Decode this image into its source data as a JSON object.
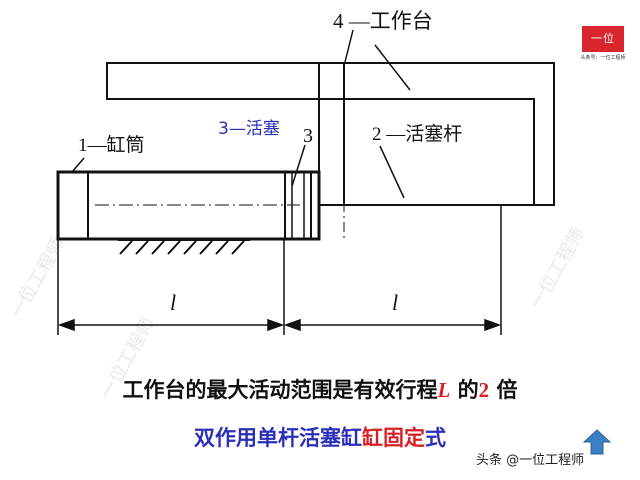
{
  "labels": {
    "worktable": "4 —工作台",
    "cylinder": "1—缸筒",
    "piston": "3—活塞",
    "piston_num": "3",
    "rod": "2 —活塞杆",
    "dim_left": "l",
    "dim_right": "l"
  },
  "caption": {
    "line1_a": "工作台的最大活动范围是有效行程",
    "line1_L": "L",
    "line1_b": " 的",
    "line1_n": "2",
    "line1_c": " 倍",
    "line2_a": "双作用单杆活塞缸",
    "line2_b": "缸固定",
    "line2_c": "式"
  },
  "logo": {
    "title": "一位",
    "subtitle": "头条号：一位工程师"
  },
  "watermark": {
    "text": "头条 @一位工程师",
    "ghost_1": "一位工程师",
    "ghost_2": "一位工程师",
    "ghost_3": "一位工程师"
  },
  "colors": {
    "label_blue": "#2b2fb8",
    "accent_red": "#d81f26",
    "logo_red": "#d8262e",
    "arrow_blue": "#3c7fc4"
  }
}
